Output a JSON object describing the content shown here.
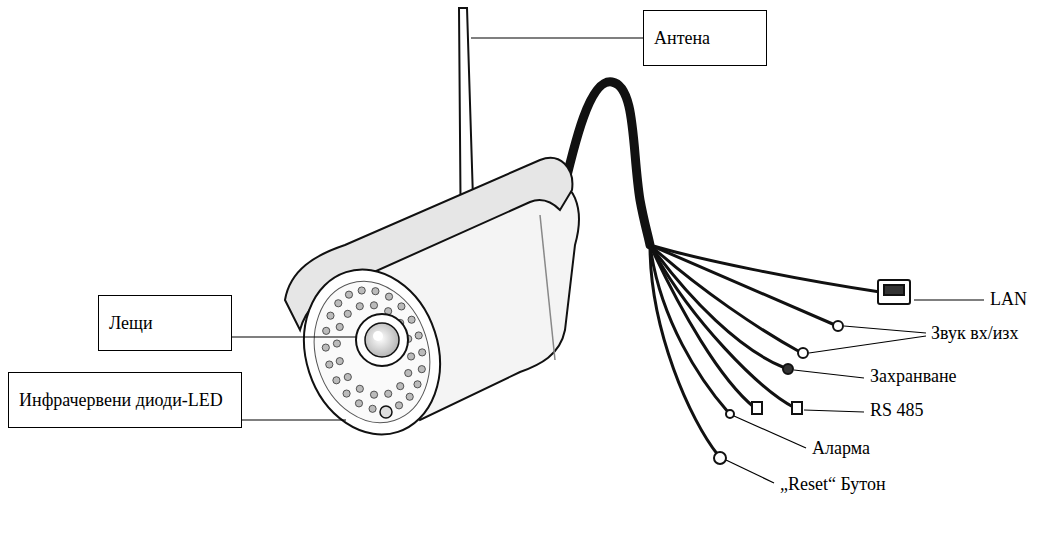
{
  "diagram": {
    "nodes": [
      {
        "text": [
          "Антена"
        ]
      },
      {
        "text": [
          "Лещи"
        ]
      },
      {
        "text": [
          "Инфрачервени диоди-LED"
        ]
      }
    ],
    "labels": [
      "LAN",
      "Звук вх/изх",
      "Захранване",
      "RS 485",
      "Аларма",
      "„Reset“ Бутон"
    ]
  }
}
